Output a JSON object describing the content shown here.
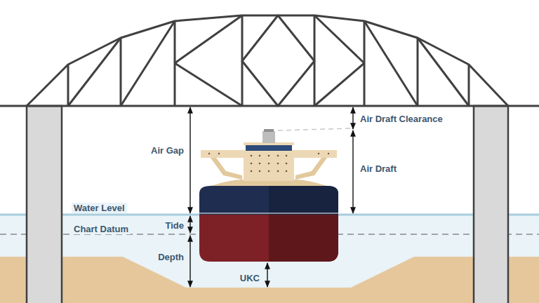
{
  "diagram": {
    "labels": [
      "Air Gap",
      "Air Draft Clearance",
      "Air Draft",
      "Water Level",
      "Chart Datum",
      "Tide",
      "Depth",
      "UKC"
    ]
  }
}
